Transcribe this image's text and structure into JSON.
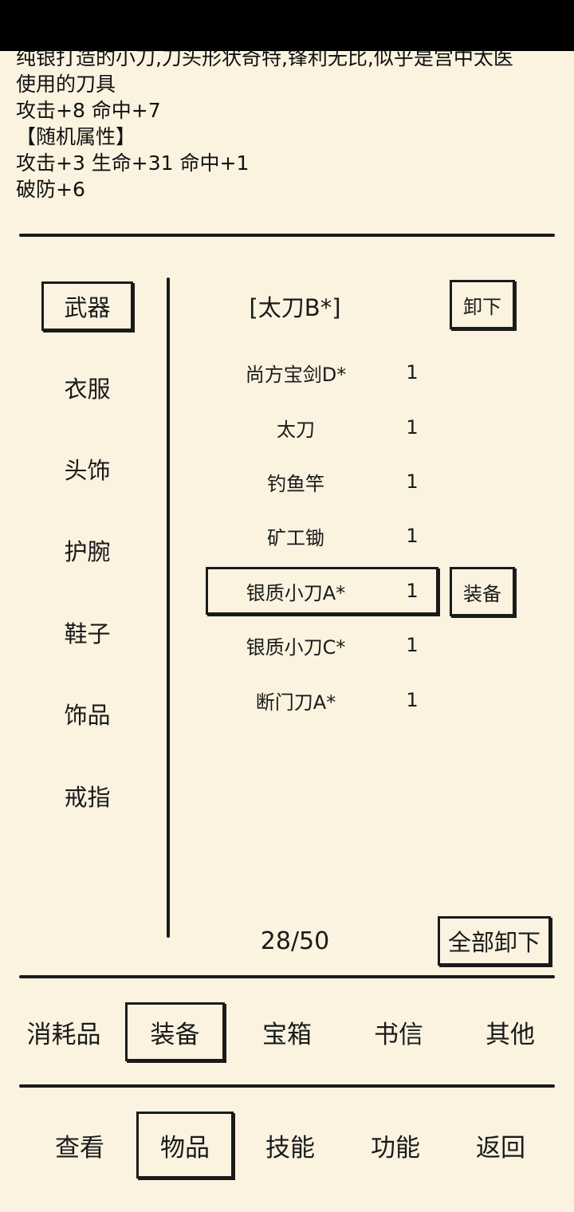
{
  "description": {
    "lines": [
      "纯银打造的小刀,刀头形状奇特,锋利无比,似乎是宫中太医",
      "使用的刀具",
      "攻击+8 命中+7",
      "【随机属性】",
      "攻击+3 生命+31 命中+1",
      "破防+6"
    ]
  },
  "categories": [
    "武器",
    "衣服",
    "头饰",
    "护腕",
    "鞋子",
    "饰品",
    "戒指"
  ],
  "equipped": {
    "name": "[太刀B*]",
    "unequip_label": "卸下"
  },
  "items": [
    {
      "name": "尚方宝剑D*",
      "qty": "1"
    },
    {
      "name": "太刀",
      "qty": "1"
    },
    {
      "name": "钓鱼竿",
      "qty": "1"
    },
    {
      "name": "矿工锄",
      "qty": "1"
    },
    {
      "name": "银质小刀A*",
      "qty": "1"
    },
    {
      "name": "银质小刀C*",
      "qty": "1"
    },
    {
      "name": "断门刀A*",
      "qty": "1"
    }
  ],
  "equip_label": "装备",
  "capacity": "28/50",
  "unequip_all_label": "全部卸下",
  "item_tabs": [
    "消耗品",
    "装备",
    "宝箱",
    "书信",
    "其他"
  ],
  "main_tabs": [
    "查看",
    "物品",
    "技能",
    "功能",
    "返回"
  ]
}
